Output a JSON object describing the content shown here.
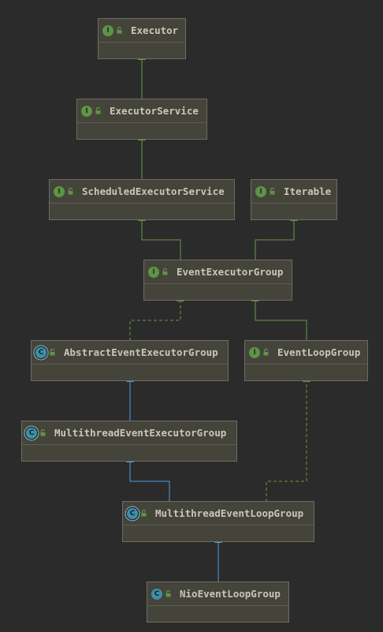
{
  "diagram": {
    "background": "#2b2b2b",
    "colors": {
      "interface_badge": "#5e9447",
      "class_badge": "#3f8fa6",
      "implements_edge": "#6a9a4a",
      "extends_edge": "#4f9ee0"
    },
    "nodes": {
      "executor": {
        "label": "Executor",
        "kind": "interface",
        "badge": "I"
      },
      "executor_service": {
        "label": "ExecutorService",
        "kind": "interface",
        "badge": "I"
      },
      "scheduled_executor_service": {
        "label": "ScheduledExecutorService",
        "kind": "interface",
        "badge": "I"
      },
      "iterable": {
        "label": "Iterable",
        "kind": "interface",
        "badge": "I"
      },
      "event_executor_group": {
        "label": "EventExecutorGroup",
        "kind": "interface",
        "badge": "I"
      },
      "abstract_event_executor_group": {
        "label": "AbstractEventExecutorGroup",
        "kind": "abstract-class",
        "badge": "C"
      },
      "event_loop_group": {
        "label": "EventLoopGroup",
        "kind": "interface",
        "badge": "I"
      },
      "multithread_event_executor_group": {
        "label": "MultithreadEventExecutorGroup",
        "kind": "abstract-class",
        "badge": "C"
      },
      "multithread_event_loop_group": {
        "label": "MultithreadEventLoopGroup",
        "kind": "abstract-class",
        "badge": "C"
      },
      "nio_event_loop_group": {
        "label": "NioEventLoopGroup",
        "kind": "class",
        "badge": "C"
      }
    },
    "edges": [
      {
        "from": "executor_service",
        "to": "executor",
        "type": "extends-interface"
      },
      {
        "from": "scheduled_executor_service",
        "to": "executor_service",
        "type": "extends-interface"
      },
      {
        "from": "event_executor_group",
        "to": "scheduled_executor_service",
        "type": "extends-interface"
      },
      {
        "from": "event_executor_group",
        "to": "iterable",
        "type": "extends-interface"
      },
      {
        "from": "abstract_event_executor_group",
        "to": "event_executor_group",
        "type": "implements"
      },
      {
        "from": "event_loop_group",
        "to": "event_executor_group",
        "type": "extends-interface"
      },
      {
        "from": "multithread_event_executor_group",
        "to": "abstract_event_executor_group",
        "type": "extends"
      },
      {
        "from": "multithread_event_loop_group",
        "to": "multithread_event_executor_group",
        "type": "extends"
      },
      {
        "from": "multithread_event_loop_group",
        "to": "event_loop_group",
        "type": "implements"
      },
      {
        "from": "nio_event_loop_group",
        "to": "multithread_event_loop_group",
        "type": "extends"
      }
    ]
  }
}
